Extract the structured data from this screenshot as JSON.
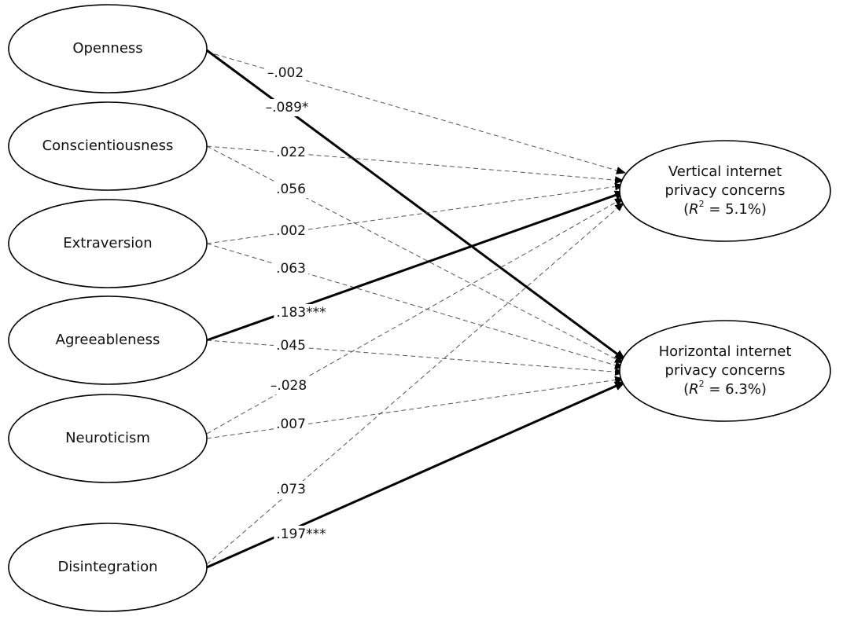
{
  "predictors": [
    {
      "id": "openness",
      "label": "Openness"
    },
    {
      "id": "conscientiousness",
      "label": "Conscientiousness"
    },
    {
      "id": "extraversion",
      "label": "Extraversion"
    },
    {
      "id": "agreeableness",
      "label": "Agreeableness"
    },
    {
      "id": "neuroticism",
      "label": "Neuroticism"
    },
    {
      "id": "disintegration",
      "label": "Disintegration"
    }
  ],
  "outcomes": [
    {
      "id": "vertical",
      "line1": "Vertical internet",
      "line2": "privacy concerns",
      "r2_symbol": "R",
      "r2_sup": "2",
      "r2_value": " = 5.1%)"
    },
    {
      "id": "horizontal",
      "line1": "Horizontal internet",
      "line2": "privacy concerns",
      "r2_symbol": "R",
      "r2_sup": "2",
      "r2_value": " = 6.3%)"
    }
  ],
  "paths": [
    {
      "from": "openness",
      "to": "vertical",
      "label": "–.002",
      "significant": false
    },
    {
      "from": "openness",
      "to": "horizontal",
      "label": "–.089*",
      "significant": true
    },
    {
      "from": "conscientiousness",
      "to": "vertical",
      "label": ".022",
      "significant": false
    },
    {
      "from": "conscientiousness",
      "to": "horizontal",
      "label": ".056",
      "significant": false
    },
    {
      "from": "extraversion",
      "to": "vertical",
      "label": ".002",
      "significant": false
    },
    {
      "from": "extraversion",
      "to": "horizontal",
      "label": ".063",
      "significant": false
    },
    {
      "from": "agreeableness",
      "to": "vertical",
      "label": ".183***",
      "significant": true
    },
    {
      "from": "agreeableness",
      "to": "horizontal",
      "label": ".045",
      "significant": false
    },
    {
      "from": "neuroticism",
      "to": "vertical",
      "label": "–.028",
      "significant": false
    },
    {
      "from": "neuroticism",
      "to": "horizontal",
      "label": ".007",
      "significant": false
    },
    {
      "from": "disintegration",
      "to": "vertical",
      "label": ".073",
      "significant": false
    },
    {
      "from": "disintegration",
      "to": "horizontal",
      "label": ".197***",
      "significant": true
    }
  ]
}
